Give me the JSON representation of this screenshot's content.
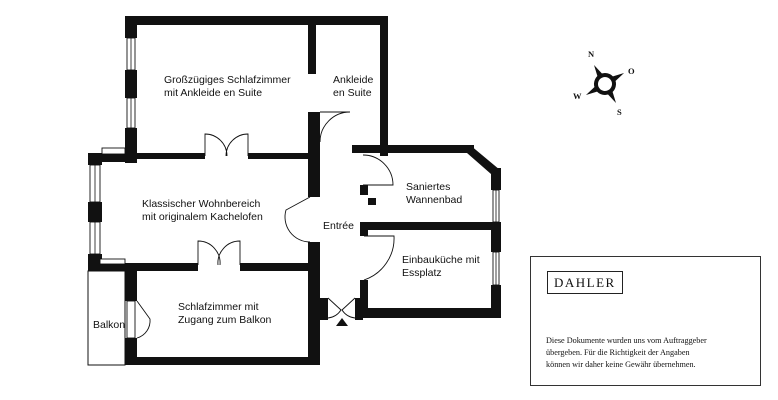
{
  "rooms": {
    "master_bedroom": "Großzügiges Schlafzimmer\nmit Ankleide en Suite",
    "dressing_room": "Ankleide\nen Suite",
    "living_room": "Klassischer Wohnbereich\nmit originalem Kachelofen",
    "entrance": "Entrée",
    "bathroom": "Saniertes\nWannenbad",
    "kitchen": "Einbauküche mit\nEssplatz",
    "bedroom_balcony": "Schlafzimmer mit\nZugang zum Balkon",
    "balcony": "Balkon"
  },
  "compass": {
    "north": "N",
    "east": "O",
    "south": "S",
    "west": "W"
  },
  "brand": {
    "logo": "DAHLER"
  },
  "disclaimer": "Diese Dokumente wurden uns vom Auftraggeber\nübergeben. Für die Richtigkeit der Angaben\nkönnen wir daher keine Gewähr übernehmen.",
  "colors": {
    "wall": "#111111",
    "background": "#ffffff"
  }
}
